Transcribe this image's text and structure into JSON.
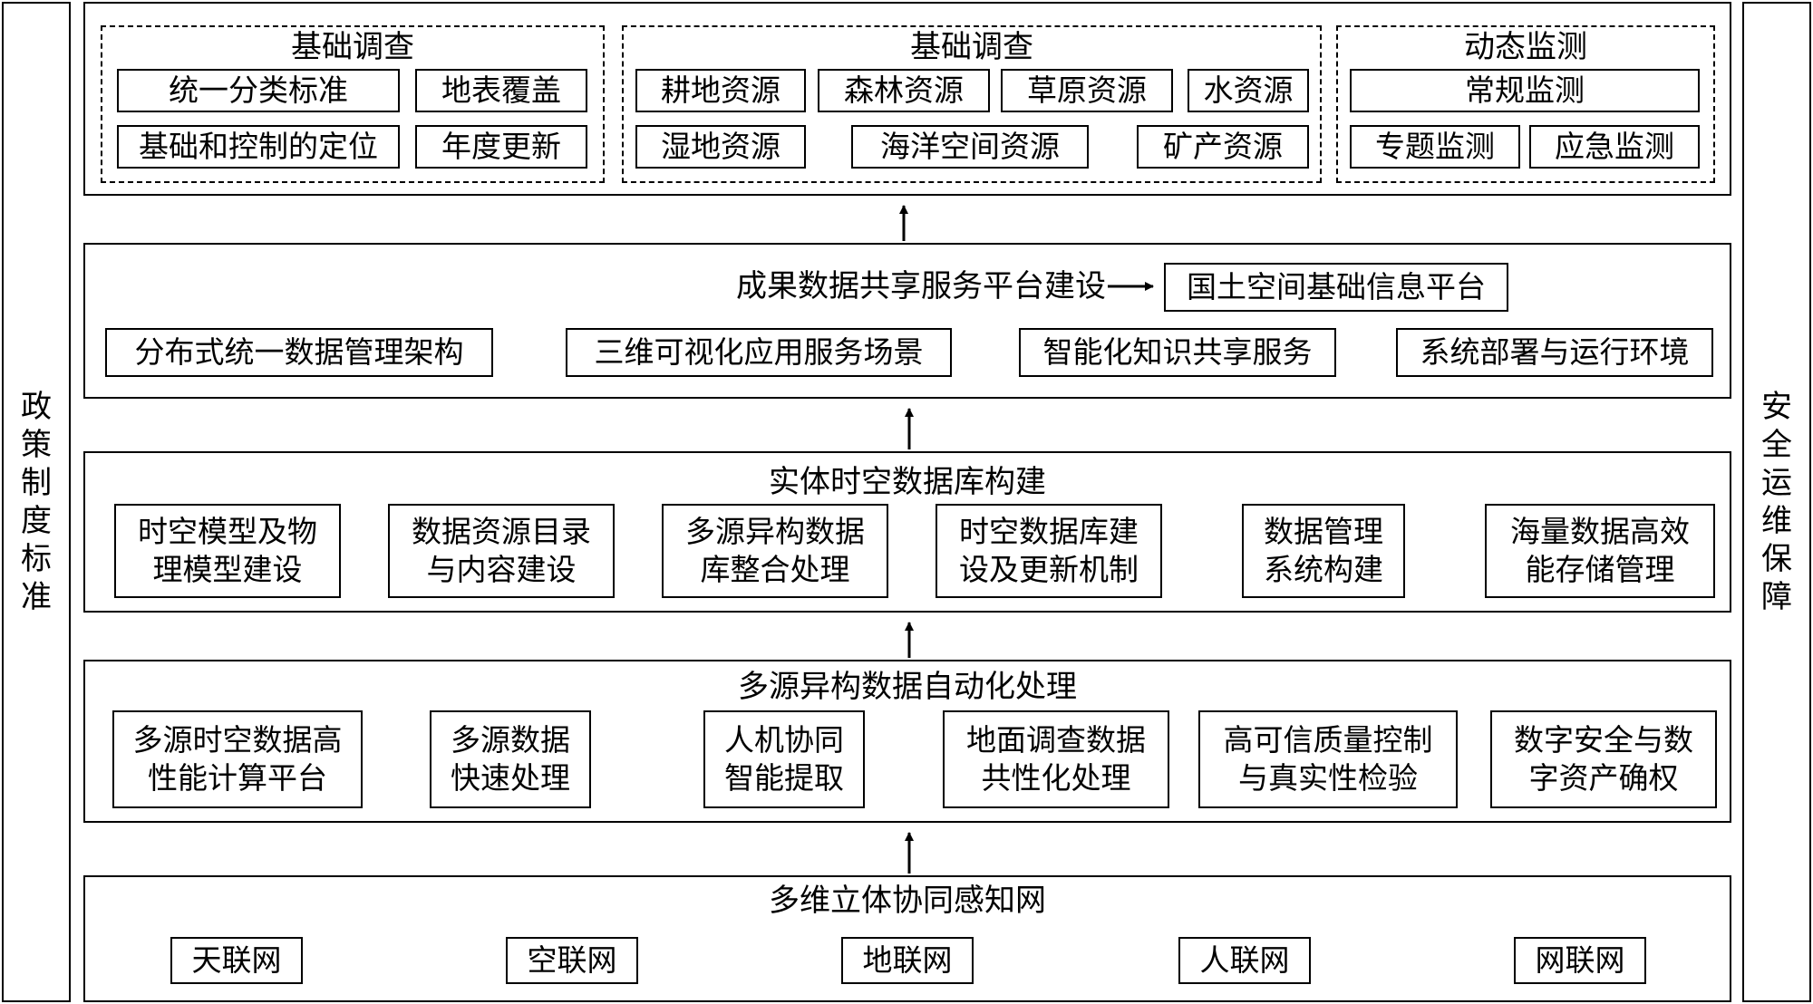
{
  "side_left": "政策制度标准",
  "side_right": "安全运维保障",
  "top": {
    "group1": {
      "title": "基础调查",
      "items": [
        "统一分类标准",
        "地表覆盖",
        "基础和控制的定位",
        "年度更新"
      ]
    },
    "group2": {
      "title": "基础调查",
      "items": [
        "耕地资源",
        "森林资源",
        "草原资源",
        "水资源",
        "湿地资源",
        "海洋空间资源",
        "矿产资源"
      ]
    },
    "group3": {
      "title": "动态监测",
      "items": [
        "常规监测",
        "专题监测",
        "应急监测"
      ]
    }
  },
  "platform": {
    "title": "成果数据共享服务平台建设",
    "target": "国土空间基础信息平台",
    "items": [
      "分布式统一数据管理架构",
      "三维可视化应用服务场景",
      "智能化知识共享服务",
      "系统部署与运行环境"
    ]
  },
  "database": {
    "title": "实体时空数据库构建",
    "items": [
      "时空模型及物\n理模型建设",
      "数据资源目录\n与内容建设",
      "多源异构数据\n库整合处理",
      "时空数据库建\n设及更新机制",
      "数据管理\n系统构建",
      "海量数据高效\n能存储管理"
    ]
  },
  "processing": {
    "title": "多源异构数据自动化处理",
    "items": [
      "多源时空数据高\n性能计算平台",
      "多源数据\n快速处理",
      "人机协同\n智能提取",
      "地面调查数据\n共性化处理",
      "高可信质量控制\n与真实性检验",
      "数字安全与数\n字资产确权"
    ]
  },
  "sensing": {
    "title": "多维立体协同感知网",
    "items": [
      "天联网",
      "空联网",
      "地联网",
      "人联网",
      "网联网"
    ]
  }
}
